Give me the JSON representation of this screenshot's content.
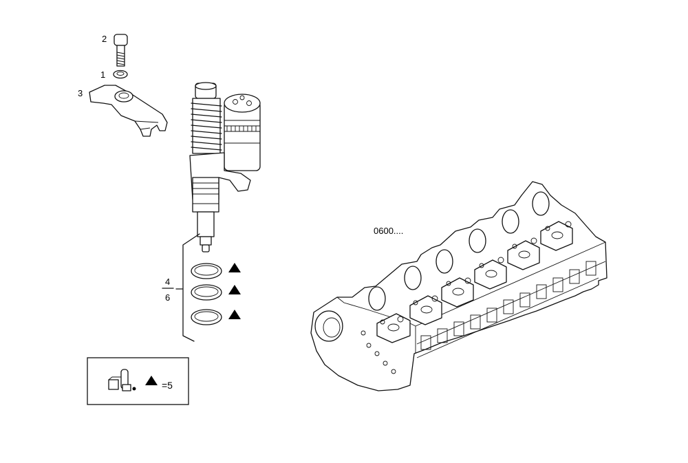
{
  "callouts": {
    "screw": "2",
    "washer": "1",
    "bracket": "3",
    "seal_range_top": "4",
    "seal_range_bottom": "6",
    "cylinder_head_ref": "0600...."
  },
  "kit_note": {
    "quantity": "=5"
  },
  "icons": {
    "kit_marker": "triangle-icon",
    "seal_marker": "triangle-icon"
  }
}
